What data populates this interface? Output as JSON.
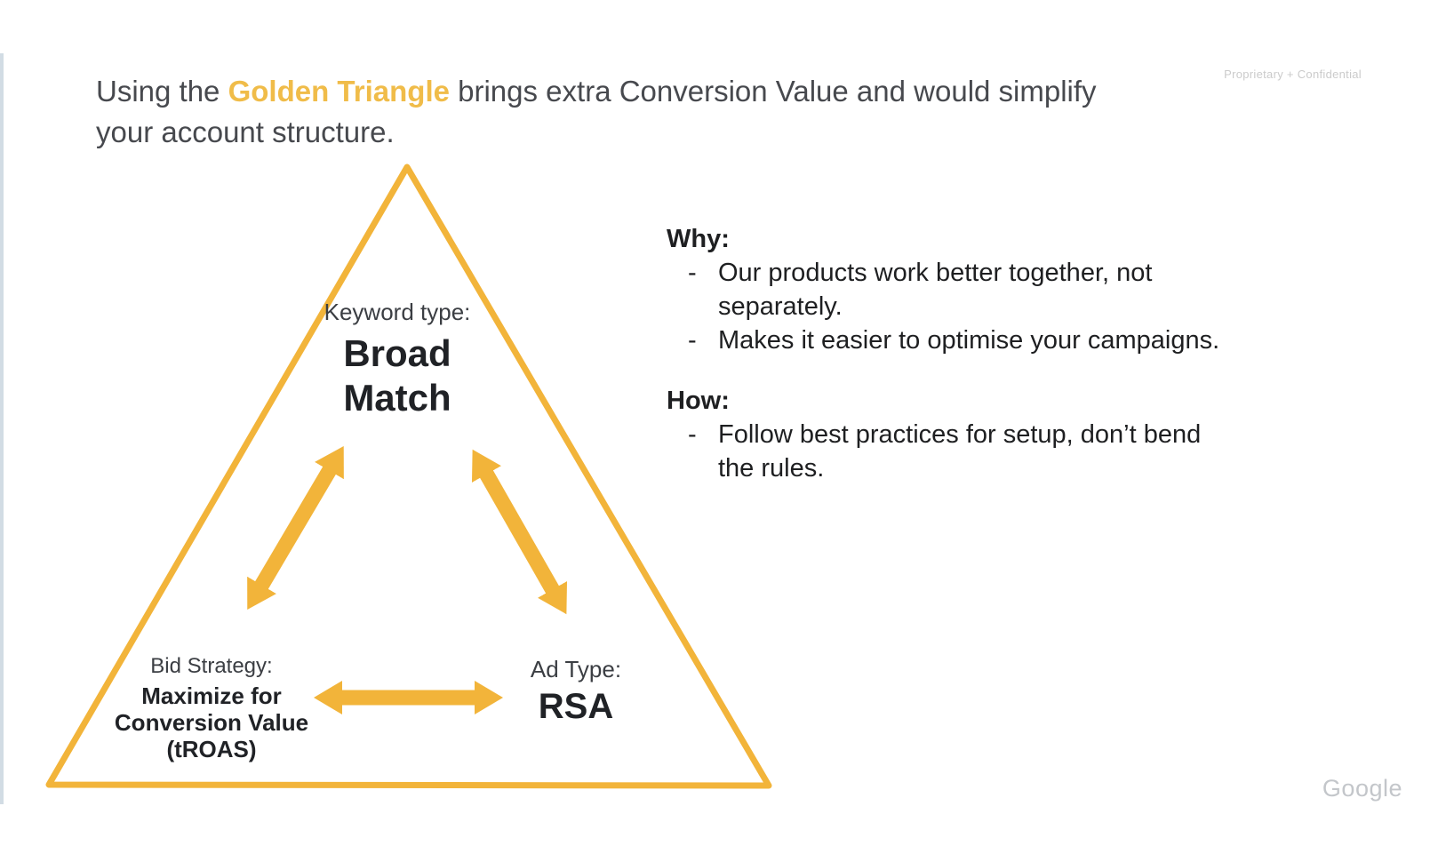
{
  "colors": {
    "gold": "#F2B43A",
    "gold_text": "#F0BC49",
    "title_gray": "#47494E",
    "label_gray": "#3B3E43",
    "name_black": "#202226",
    "body_black": "#1E1F21",
    "confidential_gray": "#CBCBCB",
    "footer_gray": "#C3C6CA",
    "edge_artifact": "#ADBFCE"
  },
  "header": {
    "title_pre": "Using the ",
    "title_highlight": "Golden Triangle",
    "title_post": " brings extra Conversion Value and would simplify\nyour account structure.",
    "confidential": "Proprietary + Confidential"
  },
  "triangle": {
    "top": {
      "label": "Keyword type:",
      "name": "Broad Match"
    },
    "bottom_left": {
      "label": "Bid Strategy:",
      "name": "Maximize for Conversion Value (tROAS)"
    },
    "bottom_right": {
      "label": "Ad Type:",
      "name": "RSA"
    }
  },
  "why": {
    "heading": "Why:",
    "bullets": [
      {
        "marker": "-",
        "text": "Our products work better together, not\nseparately."
      },
      {
        "marker": "-",
        "text": "Makes it easier to optimise your campaigns."
      }
    ]
  },
  "how": {
    "heading": "How:",
    "bullets": [
      {
        "marker": "-",
        "text": "Follow best practices for setup, don’t bend\nthe rules."
      }
    ]
  },
  "footer": {
    "logo": "Google"
  }
}
